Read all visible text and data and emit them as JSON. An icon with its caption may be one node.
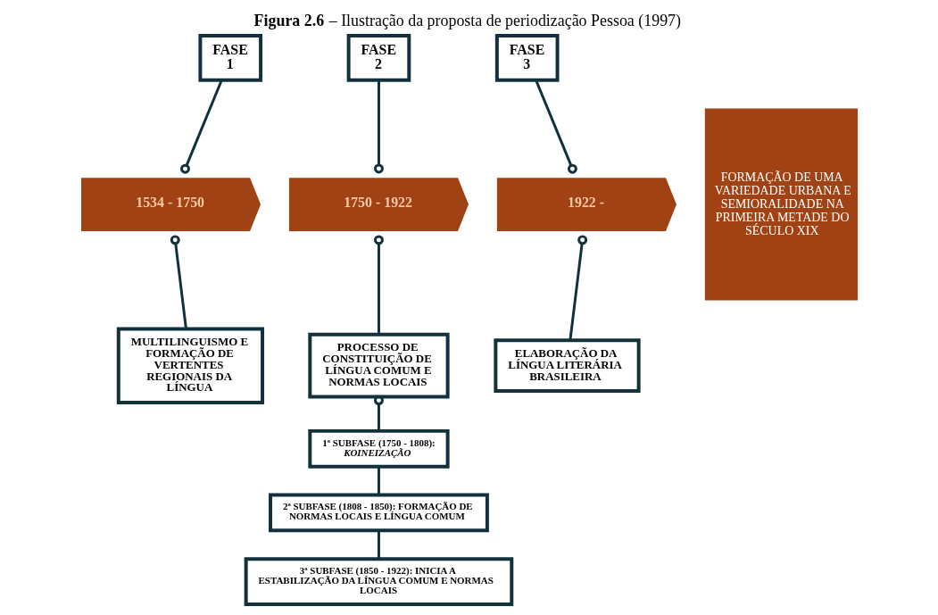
{
  "diagram": {
    "title": "**Figura 2.6** – Ilustração da proposta de periodização Pessoa (1997)",
    "nodes": [
      {
        "text": [
          "FASE 1"
        ]
      },
      {
        "text": [
          "FASE 2"
        ]
      },
      {
        "text": [
          "FASE 3"
        ]
      },
      {
        "text": [
          "1534 - 1750"
        ]
      },
      {
        "text": [
          "1750 - 1922"
        ]
      },
      {
        "text": [
          "1922 -"
        ]
      },
      {
        "text": [
          "MULTILINGUISMO E FORMAÇÃO DE VERTENTES REGIONAIS DA LÍNGUA"
        ]
      },
      {
        "text": [
          "PROCESSO DE CONSTITUIÇÃO DE LÍNGUA COMUM E NORMAS LOCAIS"
        ]
      },
      {
        "text": [
          "ELABORAÇÃO DA LÍNGUA LITERÁRIA BRASILEIRA"
        ]
      },
      {
        "text": [
          "1ª SUBFASE (1750 - 1808): *KOINEIZAÇÃO*"
        ]
      },
      {
        "text": [
          "2ª SUBFASE (1808 - 1850): FORMAÇÃO DE NORMAS LOCAIS E LÍNGUA COMUM"
        ]
      },
      {
        "text": [
          "3ª SUBFASE (1850 - 1922): INICIA A ESTABILIZAÇÃO DA LÍNGUA COMUM E NORMAS LOCAIS"
        ]
      },
      {
        "text": [
          "FORMAÇÃO DE UMA VARIEDADE URBANA E SEMIORALIDADE NA PRIMEIRA METADE DO SÉCULO XIX"
        ]
      }
    ],
    "edges": [
      {
        "from": 0,
        "to": 3,
        "arrow": "other"
      },
      {
        "from": 1,
        "to": 4,
        "arrow": "other"
      },
      {
        "from": 2,
        "to": 5,
        "arrow": "other"
      },
      {
        "from": 3,
        "to": 6,
        "arrow": "other"
      },
      {
        "from": 4,
        "to": 7,
        "arrow": "other"
      },
      {
        "from": 5,
        "to": 8,
        "arrow": "other"
      },
      {
        "from": 7,
        "to": 9,
        "arrow": "other"
      },
      {
        "from": 9,
        "to": 10,
        "arrow": "none"
      },
      {
        "from": 10,
        "to": 11,
        "arrow": "none"
      }
    ]
  }
}
